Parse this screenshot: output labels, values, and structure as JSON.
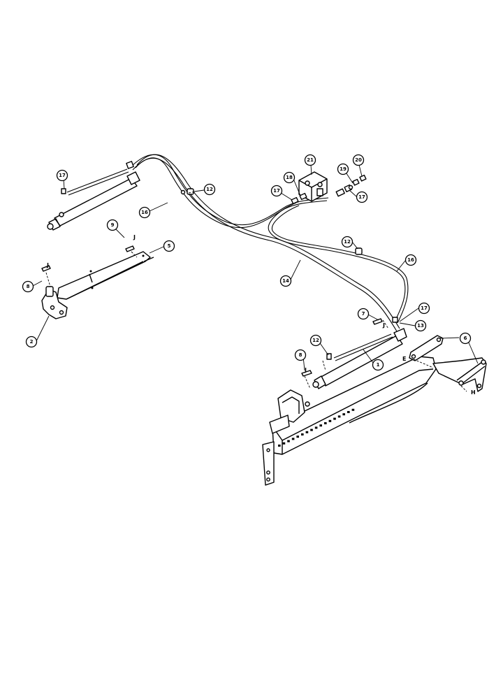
{
  "callouts": {
    "c17a": "17",
    "c12a": "12",
    "c16a": "16",
    "c9": "9",
    "c5": "5",
    "c8a": "8",
    "c2": "2",
    "c21": "21",
    "c18": "18",
    "c17b": "17",
    "c19": "19",
    "c20": "20",
    "c17c": "17",
    "c12b": "12",
    "c14": "14",
    "c16b": "16",
    "c7": "7",
    "c17d": "17",
    "c13": "13",
    "c12c": "12",
    "c8b": "8",
    "c1": "1",
    "c6": "6"
  },
  "letters": {
    "j1": "J",
    "j2": "J",
    "j3": "J",
    "j4": "J",
    "e": "E",
    "h": "H"
  }
}
